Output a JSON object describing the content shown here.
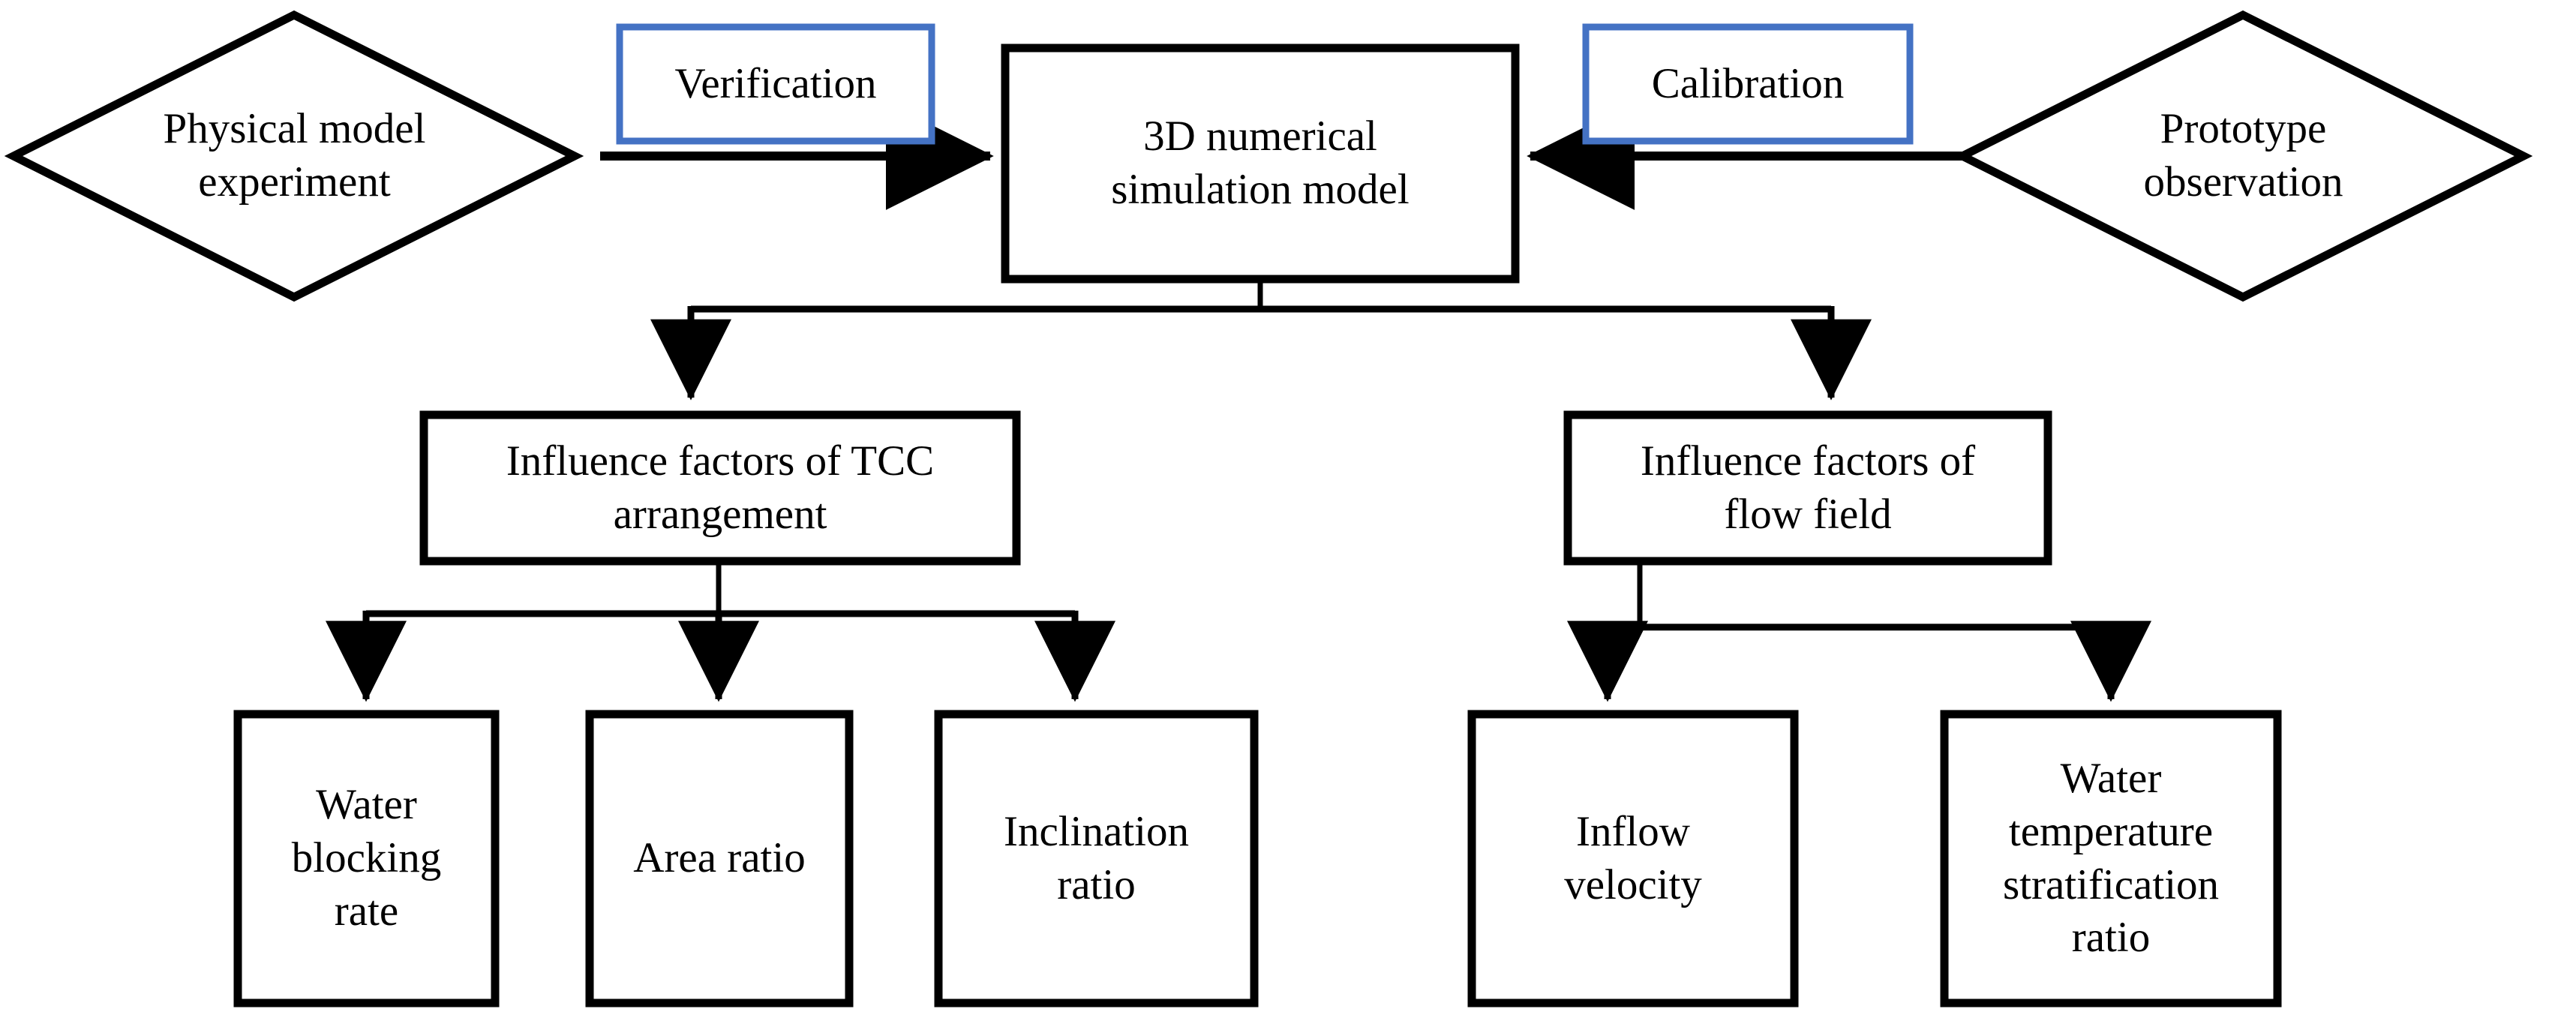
{
  "diagram": {
    "type": "flowchart",
    "title": "",
    "colors": {
      "stroke": "#000000",
      "fill": "#ffffff",
      "label_border": "#4472C4",
      "text": "#000000"
    },
    "nodes": {
      "physical_model": {
        "label": "Physical model\nexperiment",
        "shape": "diamond"
      },
      "prototype_observation": {
        "label": "Prototype\nobservation",
        "shape": "diamond"
      },
      "simulation_model": {
        "label": "3D numerical\nsimulation model",
        "shape": "rectangle"
      },
      "verification_label": {
        "label": "Verification",
        "shape": "rectangle-outline-blue"
      },
      "calibration_label": {
        "label": "Calibration",
        "shape": "rectangle-outline-blue"
      },
      "tcc_factors": {
        "label": "Influence factors of TCC\narrangement",
        "shape": "rectangle"
      },
      "flow_factors": {
        "label": "Influence factors of\nflow field",
        "shape": "rectangle"
      },
      "water_blocking_rate": {
        "label": "Water\nblocking\nrate",
        "shape": "rectangle"
      },
      "area_ratio": {
        "label": "Area ratio",
        "shape": "rectangle"
      },
      "inclination_ratio": {
        "label": "Inclination\nratio",
        "shape": "rectangle"
      },
      "inflow_velocity": {
        "label": "Inflow\nvelocity",
        "shape": "rectangle"
      },
      "water_temperature_stratification_ratio": {
        "label": "Water\ntemperature\nstratification\nratio",
        "shape": "rectangle"
      }
    },
    "edges": [
      {
        "from": "physical_model",
        "to": "simulation_model",
        "label": "Verification",
        "arrow": "right"
      },
      {
        "from": "prototype_observation",
        "to": "simulation_model",
        "label": "Calibration",
        "arrow": "left"
      },
      {
        "from": "simulation_model",
        "to": "tcc_factors",
        "arrow": "down"
      },
      {
        "from": "simulation_model",
        "to": "flow_factors",
        "arrow": "down"
      },
      {
        "from": "tcc_factors",
        "to": "water_blocking_rate",
        "arrow": "down"
      },
      {
        "from": "tcc_factors",
        "to": "area_ratio",
        "arrow": "down"
      },
      {
        "from": "tcc_factors",
        "to": "inclination_ratio",
        "arrow": "down"
      },
      {
        "from": "flow_factors",
        "to": "inflow_velocity",
        "arrow": "down"
      },
      {
        "from": "flow_factors",
        "to": "water_temperature_stratification_ratio",
        "arrow": "down"
      }
    ]
  }
}
